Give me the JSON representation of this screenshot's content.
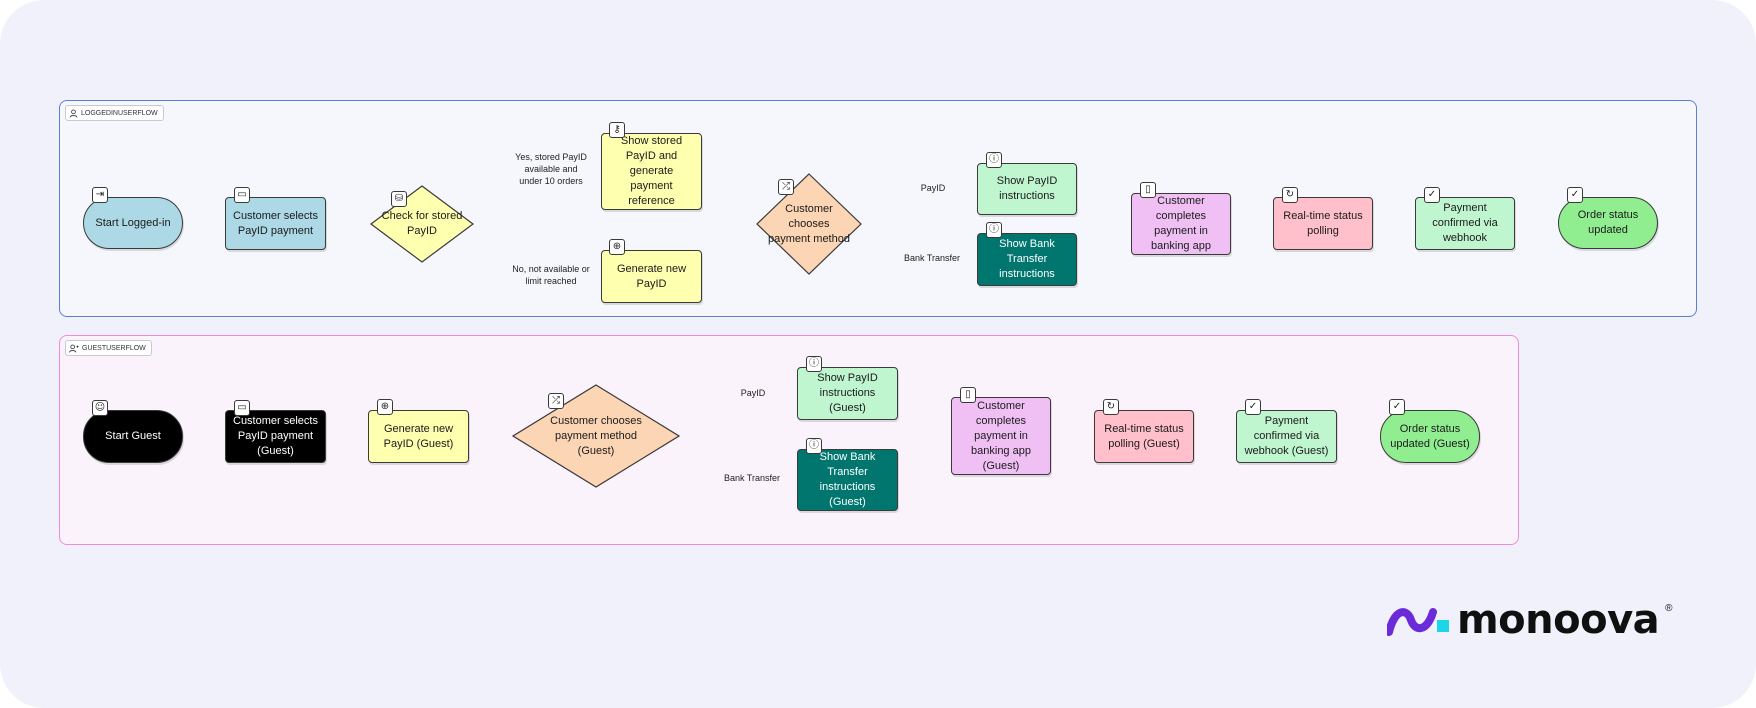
{
  "colors": {
    "canvas": "#f1f1fb",
    "logged_border": "#5b7fd8",
    "logged_bg": "#f6f7fd",
    "guest_border": "#f08bd9",
    "guest_bg": "#fbf3fb",
    "start_logged": "#add8e6",
    "blue_rect": "#add8e6",
    "yellow": "#ffffb0",
    "orange": "#fcd5b4",
    "green_light": "#bff5cf",
    "teal": "#00766f",
    "purple": "#f0c0f5",
    "pink": "#ffc0cb",
    "green_end": "#90ee90",
    "black": "#000000",
    "logo_purple": "#6c2bd9",
    "logo_cyan": "#1ad6e8"
  },
  "groups": {
    "logged": {
      "label": "LOGGEDINUSERFLOW",
      "icon": "user-icon"
    },
    "guest": {
      "label": "GUESTUSERFLOW",
      "icon": "user-plus-icon"
    }
  },
  "nodes": {
    "start_logged": {
      "label": "Start Logged-in",
      "icon": "enter-icon"
    },
    "selects_payid": {
      "label": "Customer selects PayID payment",
      "icon": "card-icon"
    },
    "check_stored": {
      "label": "Check for stored PayID",
      "icon": "database-icon"
    },
    "show_stored": {
      "label": "Show stored PayID and generate payment reference",
      "icon": "key-icon"
    },
    "generate_new": {
      "label": "Generate new PayID",
      "icon": "plus-circle-icon"
    },
    "chooses_method": {
      "label": "Customer chooses payment method",
      "icon": "shuffle-icon"
    },
    "show_payid": {
      "label": "Show PayID instructions",
      "icon": "info-icon"
    },
    "show_bank": {
      "label": "Show Bank Transfer instructions",
      "icon": "info-icon"
    },
    "completes": {
      "label": "Customer completes payment in banking app",
      "icon": "phone-icon"
    },
    "polling": {
      "label": "Real-time status polling",
      "icon": "refresh-icon"
    },
    "confirmed": {
      "label": "Payment confirmed via webhook",
      "icon": "check-circle-icon"
    },
    "order_updated": {
      "label": "Order status updated",
      "icon": "check-icon"
    },
    "start_guest": {
      "label": "Start Guest",
      "icon": "user-plus-icon"
    },
    "g_selects": {
      "label": "Customer selects PayID payment (Guest)",
      "icon": "card-icon"
    },
    "g_generate": {
      "label": "Generate new PayID (Guest)",
      "icon": "plus-circle-icon"
    },
    "g_chooses": {
      "label": "Customer chooses payment method (Guest)",
      "icon": "shuffle-icon"
    },
    "g_show_payid": {
      "label": "Show PayID instructions (Guest)",
      "icon": "info-icon"
    },
    "g_show_bank": {
      "label": "Show Bank Transfer instructions (Guest)",
      "icon": "info-icon"
    },
    "g_completes": {
      "label": "Customer completes payment in banking app (Guest)",
      "icon": "phone-icon"
    },
    "g_polling": {
      "label": "Real-time status polling (Guest)",
      "icon": "refresh-icon"
    },
    "g_confirmed": {
      "label": "Payment confirmed via webhook (Guest)",
      "icon": "check-circle-icon"
    },
    "g_order_updated": {
      "label": "Order status updated (Guest)",
      "icon": "check-icon"
    }
  },
  "edge_labels": {
    "yes_stored": "Yes, stored PayID available and under 10 orders",
    "no_available": "No, not available or limit reached",
    "payid": "PayID",
    "bank_transfer": "Bank Transfer",
    "g_payid": "PayID",
    "g_bank_transfer": "Bank Transfer"
  },
  "logo": {
    "text": "monoova",
    "reg": "®"
  }
}
